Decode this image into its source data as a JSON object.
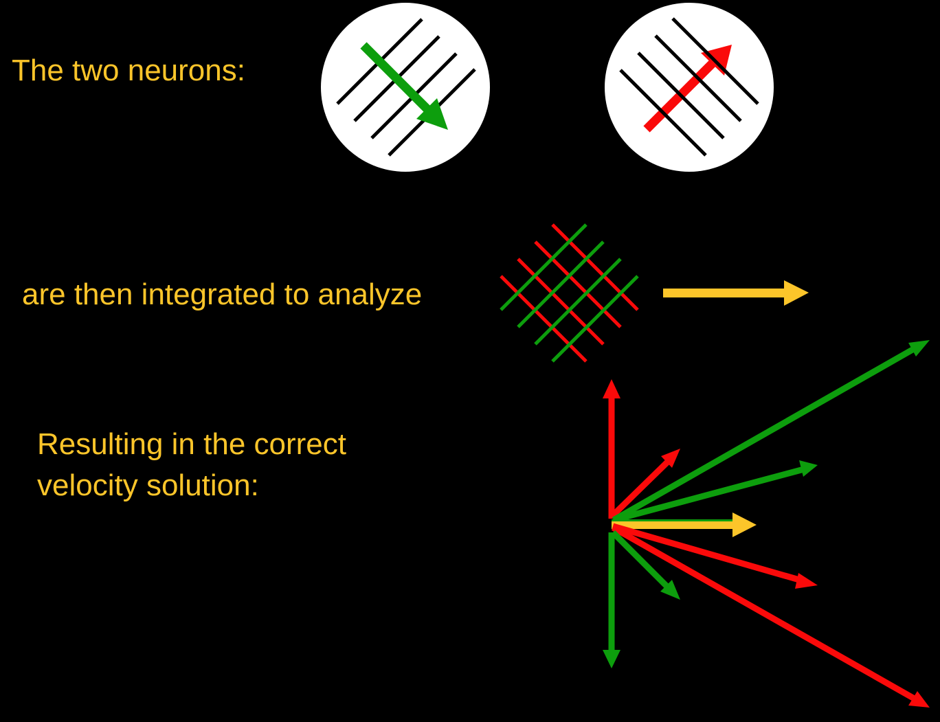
{
  "text": {
    "neurons_label": "The two neurons:",
    "integrated_label": "are then integrated to analyze",
    "result_line1": "Resulting in the correct",
    "result_line2": "velocity solution:"
  },
  "colors": {
    "background": "#000000",
    "text": "#fcc52a",
    "green": "#0d9e0d",
    "red": "#fa0a0a",
    "yellow": "#fcc52a",
    "aperture_fill": "#ffffff",
    "grating": "#000000"
  },
  "neurons": [
    {
      "name": "neuron-1",
      "grating_orientation_deg": 45,
      "motion_direction": "down-right",
      "arrow_color": "green",
      "grating_lines": 4
    },
    {
      "name": "neuron-2",
      "grating_orientation_deg": -45,
      "motion_direction": "up-right",
      "arrow_color": "red",
      "grating_lines": 4
    }
  ],
  "plaid": {
    "green_lines": 4,
    "red_lines": 4,
    "result_direction": "right",
    "result_color": "yellow"
  },
  "velocity_solution": {
    "description": "Family of component velocity vectors consistent with each grating; intersection gives rightward velocity",
    "green_vectors": [
      "down",
      "down-right (short)",
      "right-up (medium)",
      "right-up (long)"
    ],
    "red_vectors": [
      "up",
      "up-right (short)",
      "right-down (medium)",
      "right-down (long)"
    ],
    "resultant": "right"
  }
}
